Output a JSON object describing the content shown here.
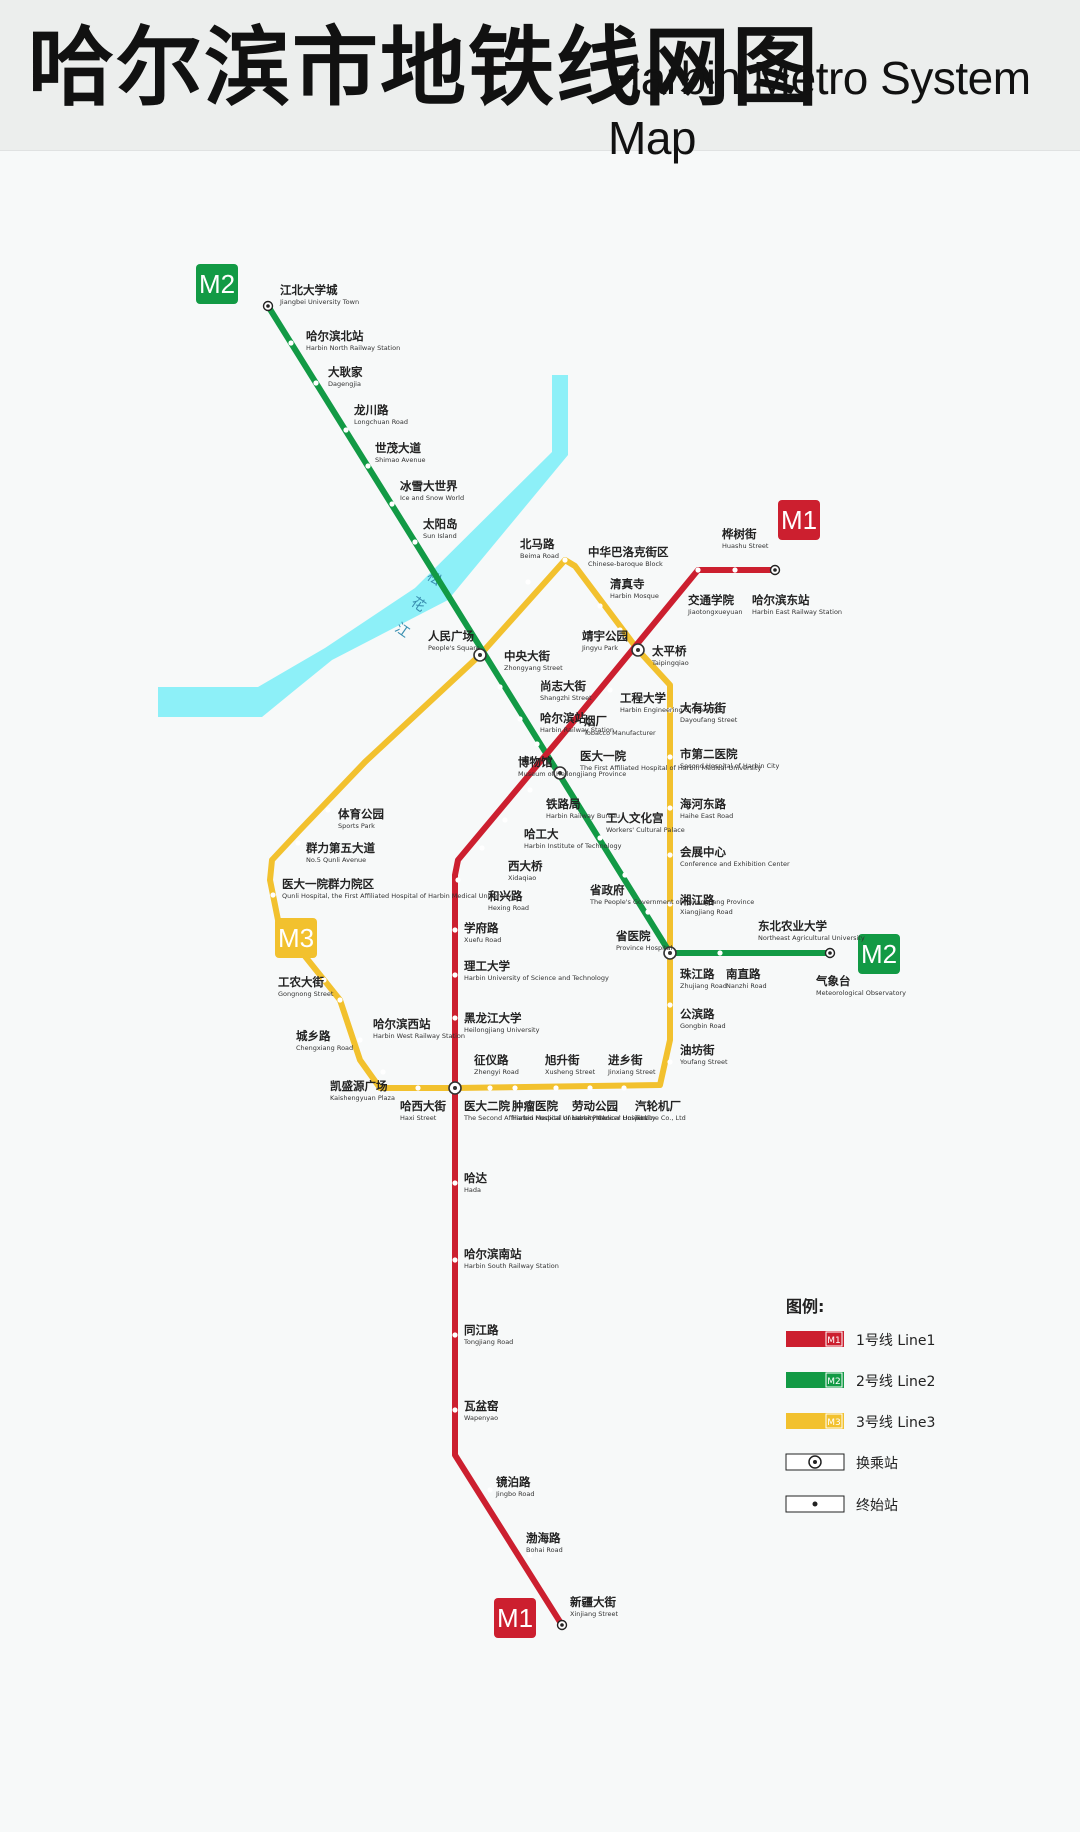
{
  "title": {
    "cn": "哈尔滨市地铁线网图",
    "en": "Harbin Metro System Map"
  },
  "river": {
    "label_chars": [
      "松",
      "花",
      "江"
    ]
  },
  "colors": {
    "line1": "#cc1f2f",
    "line2": "#129a45",
    "line3": "#f2c12e",
    "river": "#8df0f8",
    "background": "#f7f9f9"
  },
  "lines": {
    "M1": {
      "badge": "M1",
      "name": "1号线 Line1"
    },
    "M2": {
      "badge": "M2",
      "name": "2号线 Line2"
    },
    "M3": {
      "badge": "M3",
      "name": "3号线 Line3"
    }
  },
  "legend": {
    "title": "图例:",
    "items": [
      {
        "key": "line1",
        "sample": "M1",
        "label": "1号线  Line1"
      },
      {
        "key": "line2",
        "sample": "M2",
        "label": "2号线  Line2"
      },
      {
        "key": "line3",
        "sample": "M3",
        "label": "3号线  Line3"
      },
      {
        "key": "interchange",
        "label": "换乘站"
      },
      {
        "key": "terminal",
        "label": "终始站"
      }
    ]
  },
  "stations": [
    {
      "cn": "江北大学城",
      "en": "Jiangbei University Town"
    },
    {
      "cn": "哈尔滨北站",
      "en": "Harbin North Railway Station"
    },
    {
      "cn": "大耿家",
      "en": "Dagengjia"
    },
    {
      "cn": "龙川路",
      "en": "Longchuan Road"
    },
    {
      "cn": "世茂大道",
      "en": "Shimao Avenue"
    },
    {
      "cn": "冰雪大世界",
      "en": "Ice and Snow World"
    },
    {
      "cn": "太阳岛",
      "en": "Sun Island"
    },
    {
      "cn": "人民广场",
      "en": "People's Square"
    },
    {
      "cn": "中央大街",
      "en": "Zhongyang Street"
    },
    {
      "cn": "尚志大街",
      "en": "Shangzhi Street"
    },
    {
      "cn": "哈尔滨站",
      "en": "Harbin Railway Station"
    },
    {
      "cn": "博物馆",
      "en": "Museum of Heilongjiang Province"
    },
    {
      "cn": "工人文化宫",
      "en": "Workers' Cultural Palace"
    },
    {
      "cn": "省政府",
      "en": "The People's Government of Heilongjiang Province"
    },
    {
      "cn": "省医院",
      "en": "Province Hospital"
    },
    {
      "cn": "东北农业大学",
      "en": "Northeast Agricultural University"
    },
    {
      "cn": "气象台",
      "en": "Meteorological Observatory"
    },
    {
      "cn": "桦树街",
      "en": "Huashu Street"
    },
    {
      "cn": "哈尔滨东站",
      "en": "Harbin East Railway Station"
    },
    {
      "cn": "交通学院",
      "en": "Jiaotongxueyuan"
    },
    {
      "cn": "太平桥",
      "en": "Taipingqiao"
    },
    {
      "cn": "工程大学",
      "en": "Harbin Engineering University"
    },
    {
      "cn": "烟厂",
      "en": "Tobacco Manufacturer"
    },
    {
      "cn": "医大一院",
      "en": "The First Affiliated Hospital of Harbin Medical University"
    },
    {
      "cn": "铁路局",
      "en": "Harbin Railway Bureau"
    },
    {
      "cn": "哈工大",
      "en": "Harbin Institute of Technology"
    },
    {
      "cn": "西大桥",
      "en": "Xidaqiao"
    },
    {
      "cn": "和兴路",
      "en": "Hexing Road"
    },
    {
      "cn": "学府路",
      "en": "Xuefu Road"
    },
    {
      "cn": "理工大学",
      "en": "Harbin University of Science and Technology"
    },
    {
      "cn": "黑龙江大学",
      "en": "Heilongjiang University"
    },
    {
      "cn": "医大二院",
      "en": "The Second Affiliated Hospital of Harbin Medical University"
    },
    {
      "cn": "哈达",
      "en": "Hada"
    },
    {
      "cn": "哈尔滨南站",
      "en": "Harbin South Railway Station"
    },
    {
      "cn": "同江路",
      "en": "Tongjiang Road"
    },
    {
      "cn": "瓦盆窑",
      "en": "Wapenyao"
    },
    {
      "cn": "镜泊路",
      "en": "Jingbo Road"
    },
    {
      "cn": "渤海路",
      "en": "Bohai Road"
    },
    {
      "cn": "新疆大街",
      "en": "Xinjiang Street"
    },
    {
      "cn": "北马路",
      "en": "Beima Road"
    },
    {
      "cn": "中华巴洛克街区",
      "en": "Chinese-baroque Block"
    },
    {
      "cn": "清真寺",
      "en": "Harbin Mosque"
    },
    {
      "cn": "靖宇公园",
      "en": "Jingyu Park"
    },
    {
      "cn": "大有坊街",
      "en": "Dayoufang Street"
    },
    {
      "cn": "市第二医院",
      "en": "Second Hospital of Harbin City"
    },
    {
      "cn": "海河东路",
      "en": "Haihe East Road"
    },
    {
      "cn": "会展中心",
      "en": "Conference and Exhibition Center"
    },
    {
      "cn": "湘江路",
      "en": "Xiangjiang Road"
    },
    {
      "cn": "珠江路",
      "en": "Zhujiang Road"
    },
    {
      "cn": "南直路",
      "en": "Nanzhi Road"
    },
    {
      "cn": "公滨路",
      "en": "Gongbin Road"
    },
    {
      "cn": "油坊街",
      "en": "Youfang Street"
    },
    {
      "cn": "进乡街",
      "en": "Jinxiang Street"
    },
    {
      "cn": "汽轮机厂",
      "en": "Turbine Co., Ltd"
    },
    {
      "cn": "劳动公园",
      "en": "Labor Park"
    },
    {
      "cn": "旭升街",
      "en": "Xusheng Street"
    },
    {
      "cn": "肿瘤医院",
      "en": "Harbin Medical University Cancer Hospital"
    },
    {
      "cn": "征仪路",
      "en": "Zhengyi Road"
    },
    {
      "cn": "哈西大街",
      "en": "Haxi Street"
    },
    {
      "cn": "凯盛源广场",
      "en": "Kaishengyuan Plaza"
    },
    {
      "cn": "哈尔滨西站",
      "en": "Harbin West Railway Station"
    },
    {
      "cn": "城乡路",
      "en": "Chengxiang Road"
    },
    {
      "cn": "工农大街",
      "en": "Gongnong Street"
    },
    {
      "cn": "医大一院群力院区",
      "en": "Qunli Hospital, the First Affiliated Hospital of Harbin Medical University"
    },
    {
      "cn": "群力第五大道",
      "en": "No.5 Qunli Avenue"
    },
    {
      "cn": "体育公园",
      "en": "Sports Park"
    }
  ]
}
